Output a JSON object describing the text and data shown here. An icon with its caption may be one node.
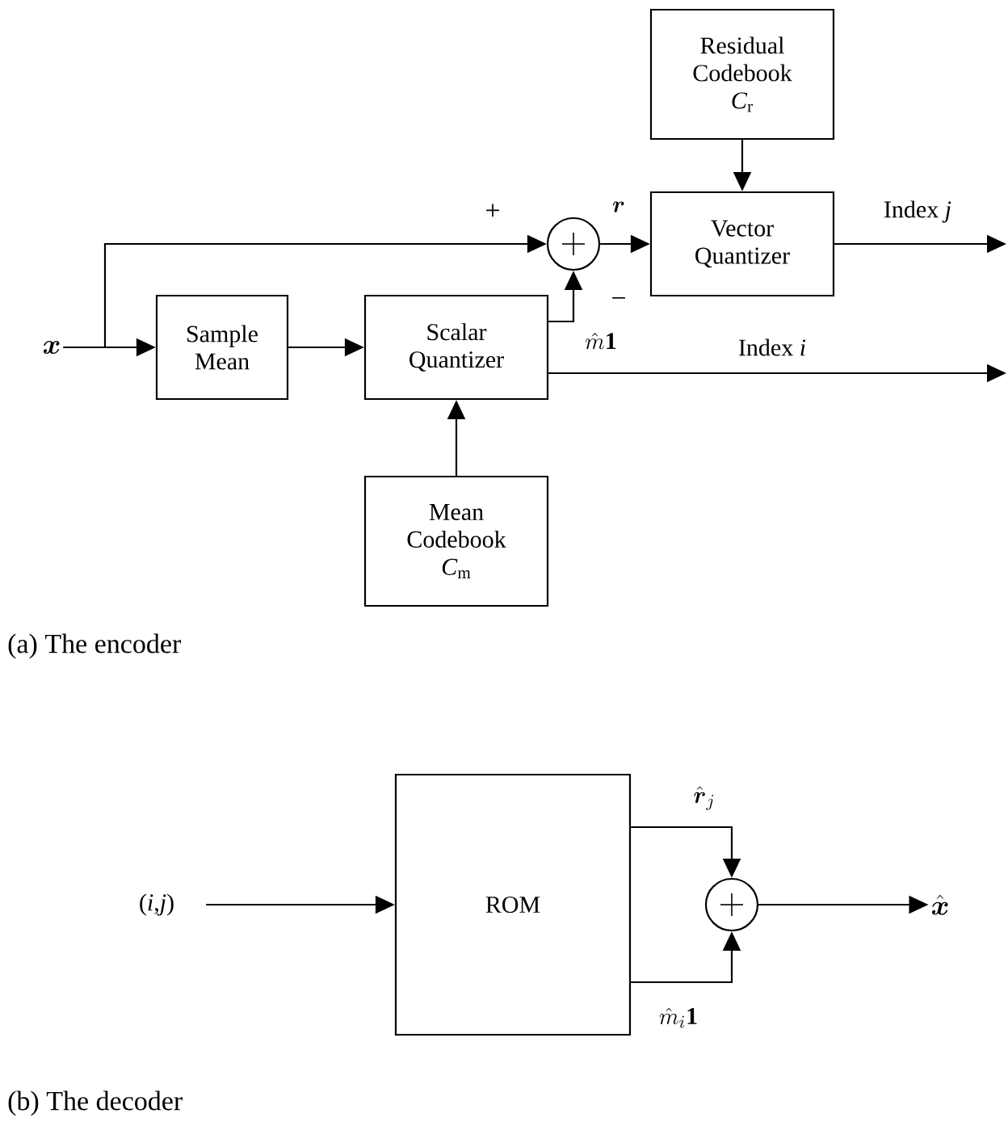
{
  "diagram": {
    "nodes": [
      {
        "text": [
          "Residual Codebook *C*$_{r}$"
        ]
      },
      {
        "text": [
          "Vector Quantizer"
        ]
      },
      {
        "text": [],
        "shape": "circle"
      },
      {
        "text": [
          "\\boldsymbol{x}"
        ]
      },
      {
        "text": [
          "Sample Mean"
        ]
      },
      {
        "text": [
          "Scalar Quantizer"
        ]
      },
      {
        "text": [
          "Mean Codebook *C*$_{m}$"
        ]
      },
      {
        "text": [
          "(*i*,*j*)"
        ]
      },
      {
        "text": [
          "ROM"
        ]
      },
      {
        "text": [],
        "shape": "circle"
      },
      {
        "text": [
          "\\hat{\\boldsymbol{x}}"
        ]
      }
    ],
    "edges": [
      {
        "from": 3,
        "to": 4,
        "arrow": "to"
      },
      {
        "from": 3,
        "to": 2,
        "arrow": "to"
      },
      {
        "from": 4,
        "to": 5,
        "arrow": "to"
      },
      {
        "from": 6,
        "to": 5,
        "arrow": "to"
      },
      {
        "from": 5,
        "to": 2,
        "arrow": "to",
        "label": "\\hat{m}\\mathbf{1}"
      },
      {
        "from": 2,
        "to": 1,
        "arrow": "to",
        "label": "\\boldsymbol{r}"
      },
      {
        "from": 0,
        "to": 1,
        "arrow": "to"
      },
      {
        "from": 1,
        "to": null,
        "arrow": "to",
        "label": "Index *j*"
      },
      {
        "from": 5,
        "to": null,
        "arrow": "to",
        "label": "Index *i*"
      },
      {
        "from": 7,
        "to": 8,
        "arrow": "to"
      },
      {
        "from": 8,
        "to": 9,
        "arrow": "to",
        "label": "\\hat{\\boldsymbol{r}}_{j}"
      },
      {
        "from": 8,
        "to": 9,
        "arrow": "to",
        "label": "\\hat{m}_{i}\\mathbf{1}"
      },
      {
        "from": 9,
        "to": 10,
        "arrow": "to"
      }
    ],
    "labels": [
      "+",
      "−",
      "(a) The encoder",
      "(b) The decoder"
    ]
  }
}
